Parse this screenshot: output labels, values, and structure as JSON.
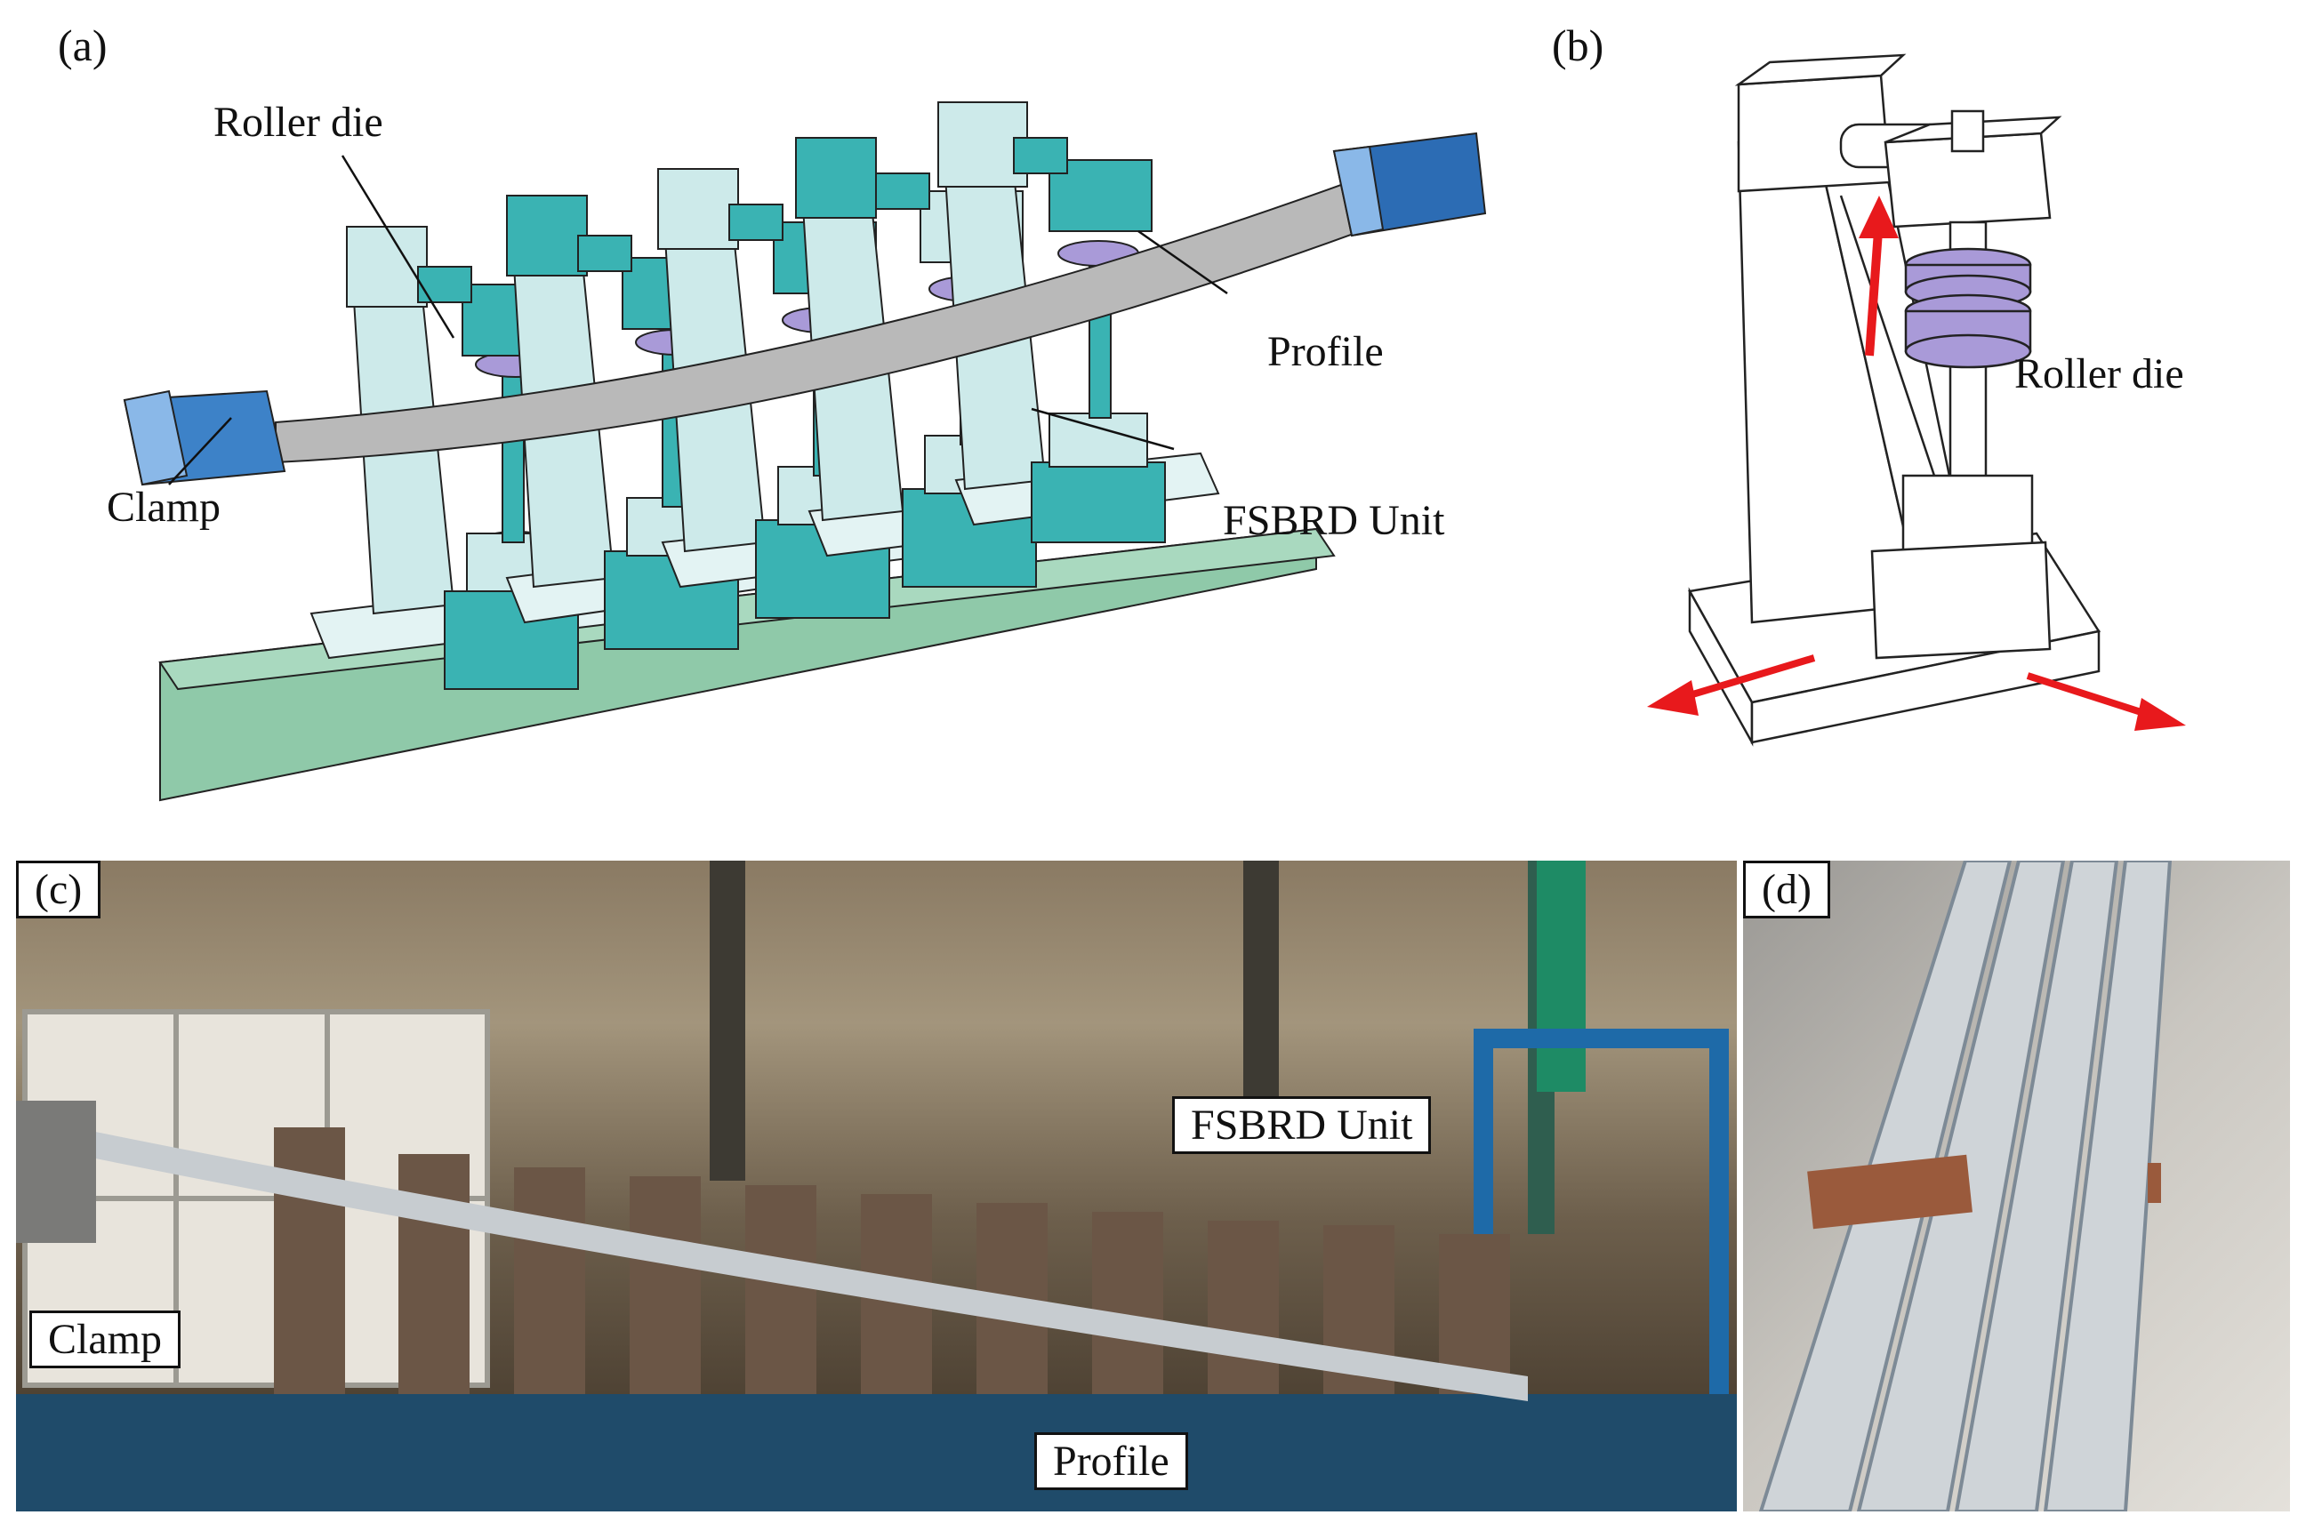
{
  "panels": {
    "a": {
      "label": "(a)",
      "annotations": {
        "roller_die": "Roller die",
        "profile": "Profile",
        "clamp": "Clamp",
        "fsbrd_unit": "FSBRD Unit"
      },
      "colors": {
        "teal": "#3ab3b3",
        "teal_light": "#cdeaea",
        "purple": "#a99ad8",
        "profile": "#b9b9b9",
        "base": "#8fc9a9",
        "clamp": "#3d82c8"
      }
    },
    "b": {
      "label": "(b)",
      "annotations": {
        "roller_die": "Roller die"
      },
      "colors": {
        "arrow": "#e8191c",
        "roller": "#a99ad8"
      }
    },
    "c": {
      "label": "(c)",
      "annotations": {
        "fsbrd_unit": "FSBRD Unit",
        "clamp": "Clamp",
        "profile": "Profile"
      }
    },
    "d": {
      "label": "(d)"
    }
  }
}
